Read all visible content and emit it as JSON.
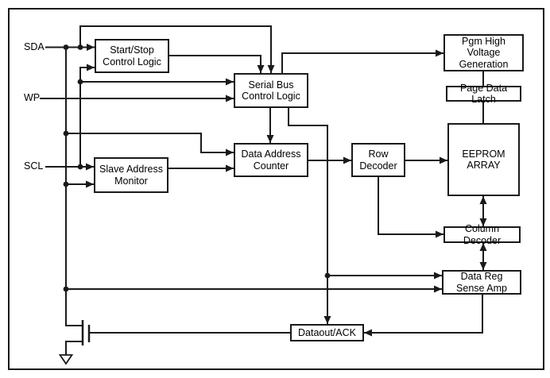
{
  "diagram": {
    "type": "functional-block-diagram",
    "colors": {
      "line": "#1a1a1a",
      "background": "#ffffff",
      "box_fill": "#ffffff",
      "text": "#000000"
    },
    "pins": [
      {
        "id": "sda",
        "label": "SDA"
      },
      {
        "id": "wp",
        "label": "WP"
      },
      {
        "id": "scl",
        "label": "SCL"
      }
    ],
    "blocks": {
      "start_stop": {
        "label": "Start/Stop\nControl Logic"
      },
      "serial_bus": {
        "label": "Serial Bus\nControl Logic"
      },
      "slave_monitor": {
        "label": "Slave Address\nMonitor"
      },
      "data_address_counter": {
        "label": "Data Address\nCounter"
      },
      "row_decoder": {
        "label": "Row\nDecoder"
      },
      "pgm_high_voltage": {
        "label": "Pgm High Voltage\nGeneration"
      },
      "page_data_latch": {
        "label": "Page Data Latch"
      },
      "eeprom_array": {
        "label": "EEPROM\nARRAY"
      },
      "column_decoder": {
        "label": "Column Decoder"
      },
      "data_reg_sense_amp": {
        "label": "Data Reg\nSense Amp"
      },
      "dataout_ack": {
        "label": "Dataout/ACK"
      }
    },
    "symbols": [
      "nmos-output-transistor",
      "ground"
    ]
  }
}
